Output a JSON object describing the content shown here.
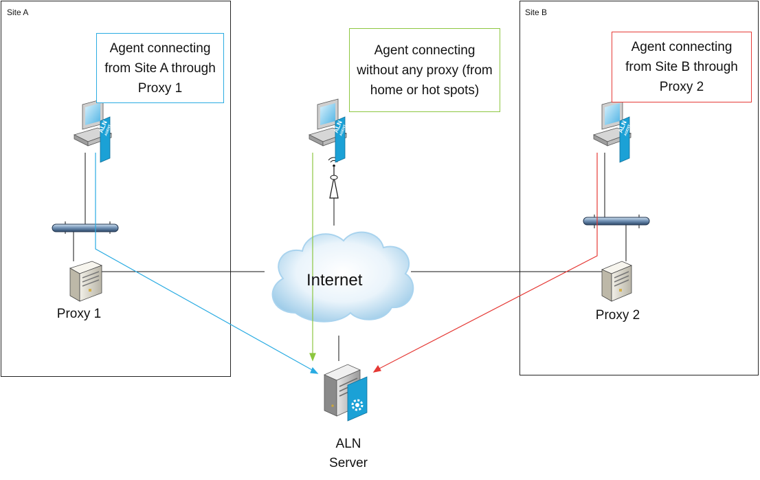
{
  "sites": {
    "a": {
      "label": "Site A"
    },
    "b": {
      "label": "Site B"
    }
  },
  "callouts": {
    "site_a": {
      "text": "Agent connecting from Site A through Proxy 1",
      "border_color": "#29abe2"
    },
    "no_proxy": {
      "text": "Agent connecting without any proxy (from home or hot spots)",
      "border_color": "#8cc63f"
    },
    "site_b": {
      "text": "Agent connecting from Site B through Proxy 2",
      "border_color": "#e53935"
    }
  },
  "nodes": {
    "proxy1": {
      "label": "Proxy 1"
    },
    "proxy2": {
      "label": "Proxy 2"
    },
    "internet": {
      "label": "Internet"
    },
    "server": {
      "label": "ALN Server"
    }
  },
  "icons": {
    "agent_badge": "ALN AGENT",
    "server_badge": "ALN"
  },
  "colors": {
    "site_a_path": "#29abe2",
    "no_proxy_path": "#8cc63f",
    "site_b_path": "#e53935",
    "badge": "#1ba1d6"
  }
}
